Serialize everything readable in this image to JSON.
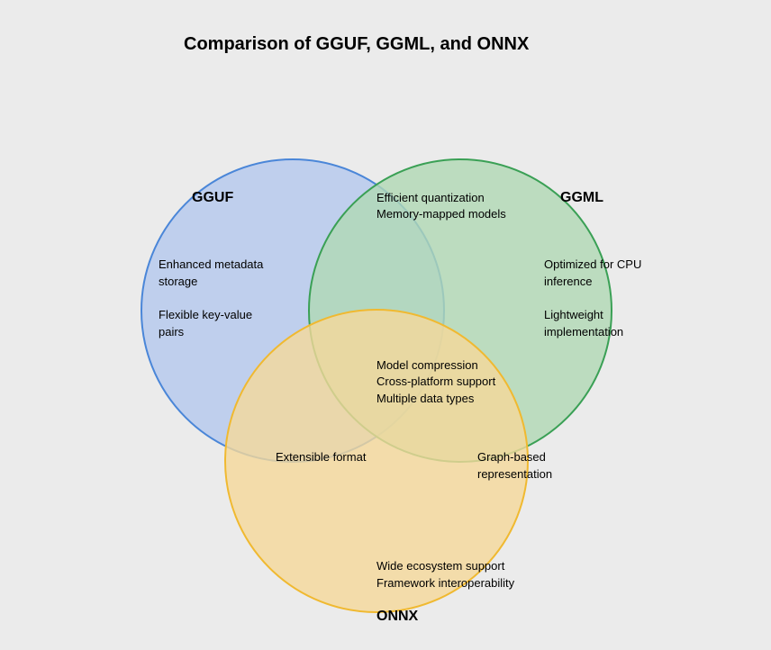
{
  "title": "Comparison of GGUF, GGML, and ONNX",
  "sets": [
    {
      "name": "GGUF",
      "fill": "#b4c8ee",
      "stroke": "#4a86d8"
    },
    {
      "name": "GGML",
      "fill": "#b0d8b4",
      "stroke": "#3aa055"
    },
    {
      "name": "ONNX",
      "fill": "#f5d89a",
      "stroke": "#f0b930"
    }
  ],
  "regions": {
    "gguf_only": {
      "lines": [
        "Enhanced metadata",
        "storage"
      ]
    },
    "gguf_only_2": {
      "lines": [
        "Flexible key-value",
        "pairs"
      ]
    },
    "ggml_only": {
      "lines": [
        "Optimized for CPU",
        "inference"
      ]
    },
    "ggml_only_2": {
      "lines": [
        "Lightweight",
        "implementation"
      ]
    },
    "gguf_ggml": {
      "lines": [
        "Efficient quantization",
        "Memory-mapped models"
      ]
    },
    "all_three": {
      "lines": [
        "Model compression",
        "Cross-platform support",
        "Multiple data types"
      ]
    },
    "gguf_onnx": {
      "lines": [
        "Extensible format"
      ]
    },
    "ggml_onnx": {
      "lines": [
        "Graph-based",
        "representation"
      ]
    },
    "onnx_only": {
      "lines": [
        "Wide ecosystem support",
        "Framework interoperability"
      ]
    }
  }
}
